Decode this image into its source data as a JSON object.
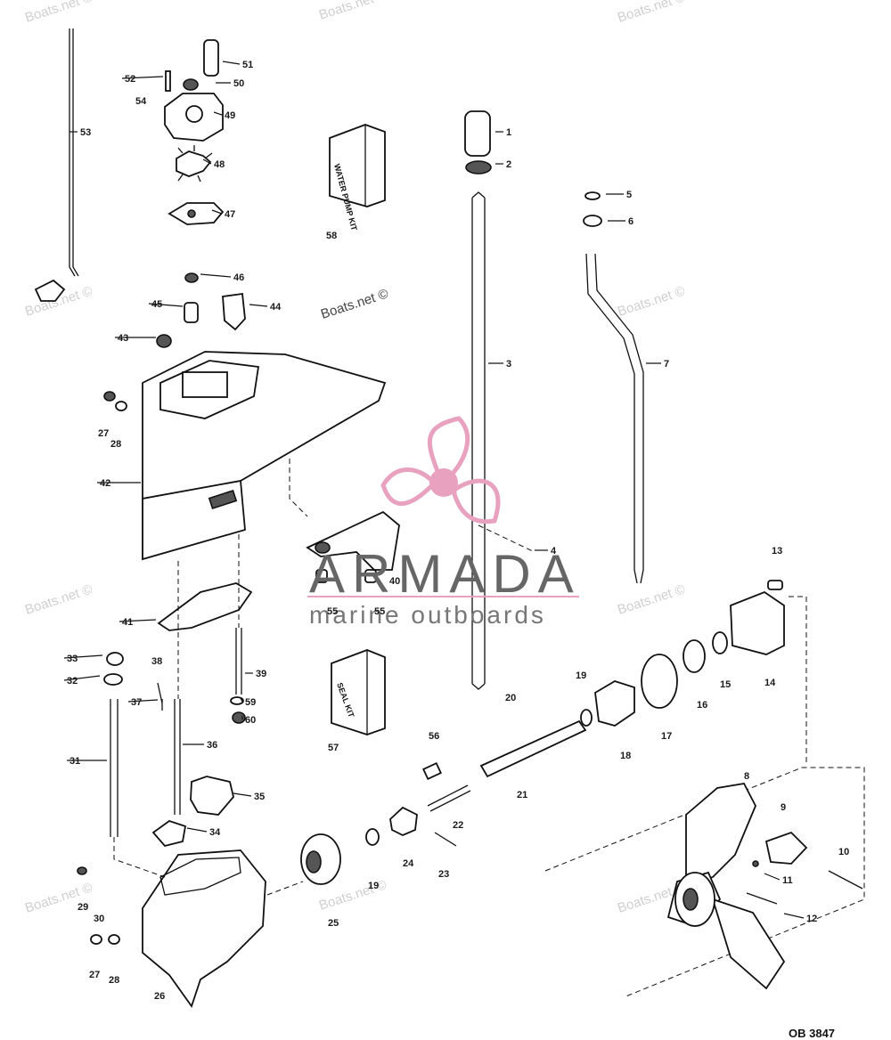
{
  "watermark": "Boats.net ©",
  "brand": {
    "name": "ARMADA",
    "tagline": "marine outboards",
    "logo_color": "#e8a2bf"
  },
  "drawing_code": "OB 3847",
  "kits": [
    {
      "text": "WATER PUMP KIT"
    },
    {
      "text": "SEAL KIT"
    }
  ],
  "parts": [
    {
      "n": "1"
    },
    {
      "n": "2"
    },
    {
      "n": "3"
    },
    {
      "n": "4"
    },
    {
      "n": "5"
    },
    {
      "n": "6"
    },
    {
      "n": "7"
    },
    {
      "n": "8"
    },
    {
      "n": "9"
    },
    {
      "n": "10"
    },
    {
      "n": "11"
    },
    {
      "n": "12"
    },
    {
      "n": "13"
    },
    {
      "n": "14"
    },
    {
      "n": "15"
    },
    {
      "n": "16"
    },
    {
      "n": "17"
    },
    {
      "n": "18"
    },
    {
      "n": "19"
    },
    {
      "n": "19"
    },
    {
      "n": "20"
    },
    {
      "n": "21"
    },
    {
      "n": "22"
    },
    {
      "n": "23"
    },
    {
      "n": "24"
    },
    {
      "n": "25"
    },
    {
      "n": "26"
    },
    {
      "n": "27"
    },
    {
      "n": "28"
    },
    {
      "n": "27"
    },
    {
      "n": "28"
    },
    {
      "n": "29"
    },
    {
      "n": "30"
    },
    {
      "n": "31"
    },
    {
      "n": "32"
    },
    {
      "n": "33"
    },
    {
      "n": "34"
    },
    {
      "n": "35"
    },
    {
      "n": "36"
    },
    {
      "n": "37"
    },
    {
      "n": "38"
    },
    {
      "n": "39"
    },
    {
      "n": "40"
    },
    {
      "n": "41"
    },
    {
      "n": "42"
    },
    {
      "n": "43"
    },
    {
      "n": "44"
    },
    {
      "n": "45"
    },
    {
      "n": "46"
    },
    {
      "n": "47"
    },
    {
      "n": "48"
    },
    {
      "n": "49"
    },
    {
      "n": "50"
    },
    {
      "n": "51"
    },
    {
      "n": "52"
    },
    {
      "n": "53"
    },
    {
      "n": "54"
    },
    {
      "n": "55"
    },
    {
      "n": "55"
    },
    {
      "n": "56"
    },
    {
      "n": "57"
    },
    {
      "n": "58"
    },
    {
      "n": "59"
    },
    {
      "n": "60"
    }
  ]
}
